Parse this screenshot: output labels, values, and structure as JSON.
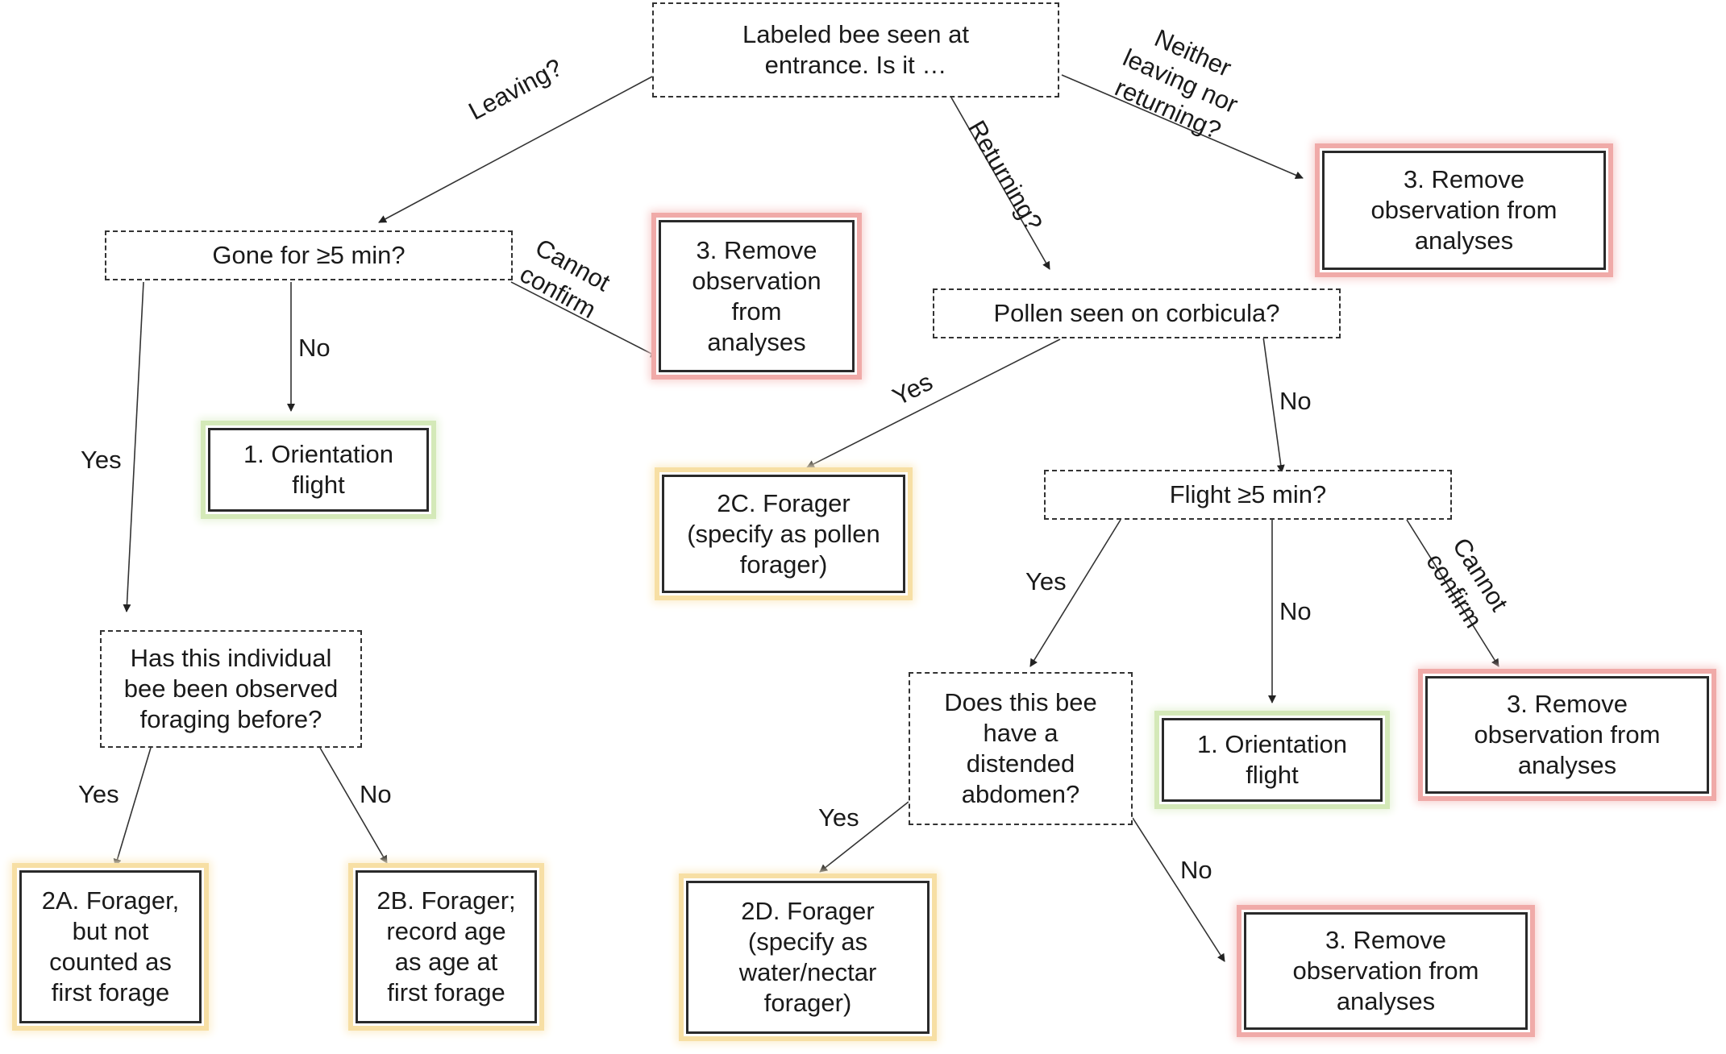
{
  "nodes": {
    "start": "Labeled bee seen at\nentrance. Is it …",
    "gone": "Gone for ≥5 min?",
    "pollen": "Pollen seen on corbicula?",
    "flight": "Flight ≥5 min?",
    "observed": "Has this individual\nbee been observed\nforaging before?",
    "distended": "Does this bee\nhave a\ndistended\nabdomen?",
    "remove_top": "3. Remove\nobservation from\nanalyses",
    "remove_gone": "3. Remove\nobservation\nfrom\nanalyses",
    "remove_flight": "3. Remove\nobservation from\nanalyses",
    "remove_bottom": "3. Remove\nobservation from\nanalyses",
    "orient_left": "1. Orientation\nflight",
    "orient_right": "1. Orientation\nflight",
    "forager_2a": "2A. Forager,\nbut not\ncounted as\nfirst forage",
    "forager_2b": "2B. Forager;\nrecord age\nas age at\nfirst forage",
    "forager_2c": "2C. Forager\n(specify as pollen\nforager)",
    "forager_2d": "2D. Forager\n(specify as\nwater/nectar\nforager)"
  },
  "edge_labels": {
    "leaving": "Leaving?",
    "returning": "Returning?",
    "neither": "Neither\nleaving nor\nreturning?",
    "gone_cannot": "Cannot\nconfirm",
    "gone_no": "No",
    "gone_yes": "Yes",
    "pollen_yes": "Yes",
    "pollen_no": "No",
    "flight_yes": "Yes",
    "flight_no": "No",
    "flight_cannot": "Cannot\nconfirm",
    "observed_yes": "Yes",
    "observed_no": "No",
    "distended_yes": "Yes",
    "distended_no": "No"
  },
  "colors": {
    "orientation": "#d4e9b8",
    "forager": "#f7dfa4",
    "remove": "#f0aaa8",
    "line": "#333333"
  }
}
